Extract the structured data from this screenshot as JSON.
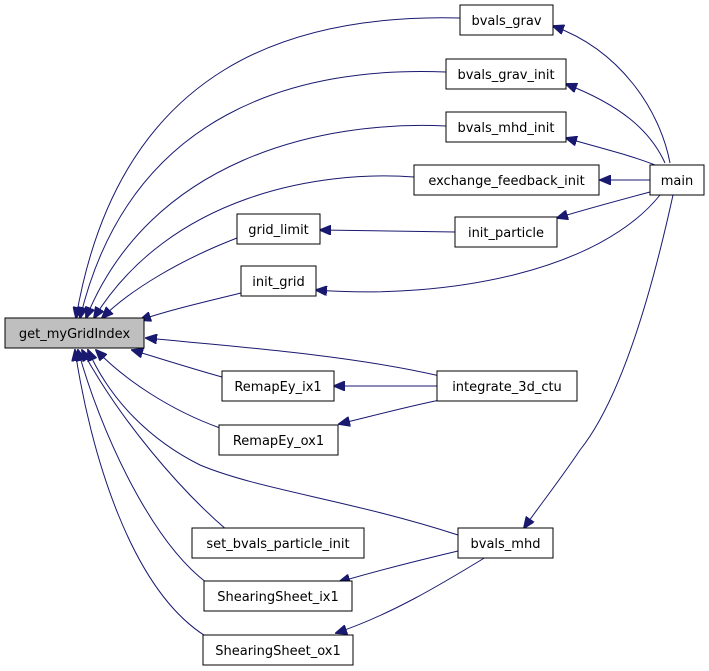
{
  "graph": {
    "nodes": {
      "root": "get_myGridIndex",
      "bvals_grav": "bvals_grav",
      "bvals_grav_init": "bvals_grav_init",
      "bvals_mhd_init": "bvals_mhd_init",
      "exchange_feedback_init": "exchange_feedback_init",
      "grid_limit": "grid_limit",
      "init_particle": "init_particle",
      "init_grid": "init_grid",
      "main": "main",
      "remapey_ix1": "RemapEy_ix1",
      "remapey_ox1": "RemapEy_ox1",
      "integrate_3d_ctu": "integrate_3d_ctu",
      "set_bvals_particle_init": "set_bvals_particle_init",
      "bvals_mhd": "bvals_mhd",
      "shearingsheet_ix1": "ShearingSheet_ix1",
      "shearingsheet_ox1": "ShearingSheet_ox1"
    },
    "edges": [
      {
        "from": "bvals_grav",
        "to": "root"
      },
      {
        "from": "bvals_grav_init",
        "to": "root"
      },
      {
        "from": "bvals_mhd_init",
        "to": "root"
      },
      {
        "from": "exchange_feedback_init",
        "to": "root"
      },
      {
        "from": "grid_limit",
        "to": "root"
      },
      {
        "from": "init_grid",
        "to": "root"
      },
      {
        "from": "integrate_3d_ctu",
        "to": "root"
      },
      {
        "from": "remapey_ix1",
        "to": "root"
      },
      {
        "from": "remapey_ox1",
        "to": "root"
      },
      {
        "from": "bvals_mhd",
        "to": "root"
      },
      {
        "from": "set_bvals_particle_init",
        "to": "root"
      },
      {
        "from": "shearingsheet_ix1",
        "to": "root"
      },
      {
        "from": "shearingsheet_ox1",
        "to": "root"
      },
      {
        "from": "main",
        "to": "bvals_grav"
      },
      {
        "from": "main",
        "to": "bvals_grav_init"
      },
      {
        "from": "main",
        "to": "bvals_mhd_init"
      },
      {
        "from": "main",
        "to": "exchange_feedback_init"
      },
      {
        "from": "init_particle",
        "to": "grid_limit"
      },
      {
        "from": "main",
        "to": "init_particle"
      },
      {
        "from": "main",
        "to": "init_grid"
      },
      {
        "from": "integrate_3d_ctu",
        "to": "remapey_ix1"
      },
      {
        "from": "integrate_3d_ctu",
        "to": "remapey_ox1"
      },
      {
        "from": "main",
        "to": "bvals_mhd"
      },
      {
        "from": "bvals_mhd",
        "to": "shearingsheet_ix1"
      },
      {
        "from": "bvals_mhd",
        "to": "shearingsheet_ox1"
      }
    ]
  }
}
